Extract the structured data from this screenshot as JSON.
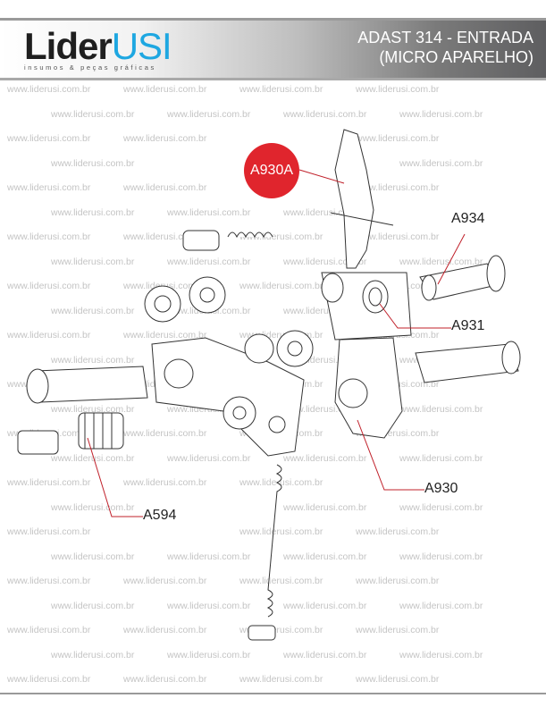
{
  "header": {
    "logo_main": "Lider",
    "logo_accent": "USI",
    "logo_tagline": "insumos & peças gráficas",
    "title": "ADAST 314 - ENTRADA",
    "subtitle": "(MICRO APARELHO)"
  },
  "watermark": "www.liderusi.com.br",
  "parts": [
    {
      "code": "A930A",
      "highlighted": true
    },
    {
      "code": "A934"
    },
    {
      "code": "A931"
    },
    {
      "code": "A930"
    },
    {
      "code": "A594"
    }
  ],
  "colors": {
    "highlight": "#e0252d",
    "brand_blue": "#1ea7e1"
  }
}
